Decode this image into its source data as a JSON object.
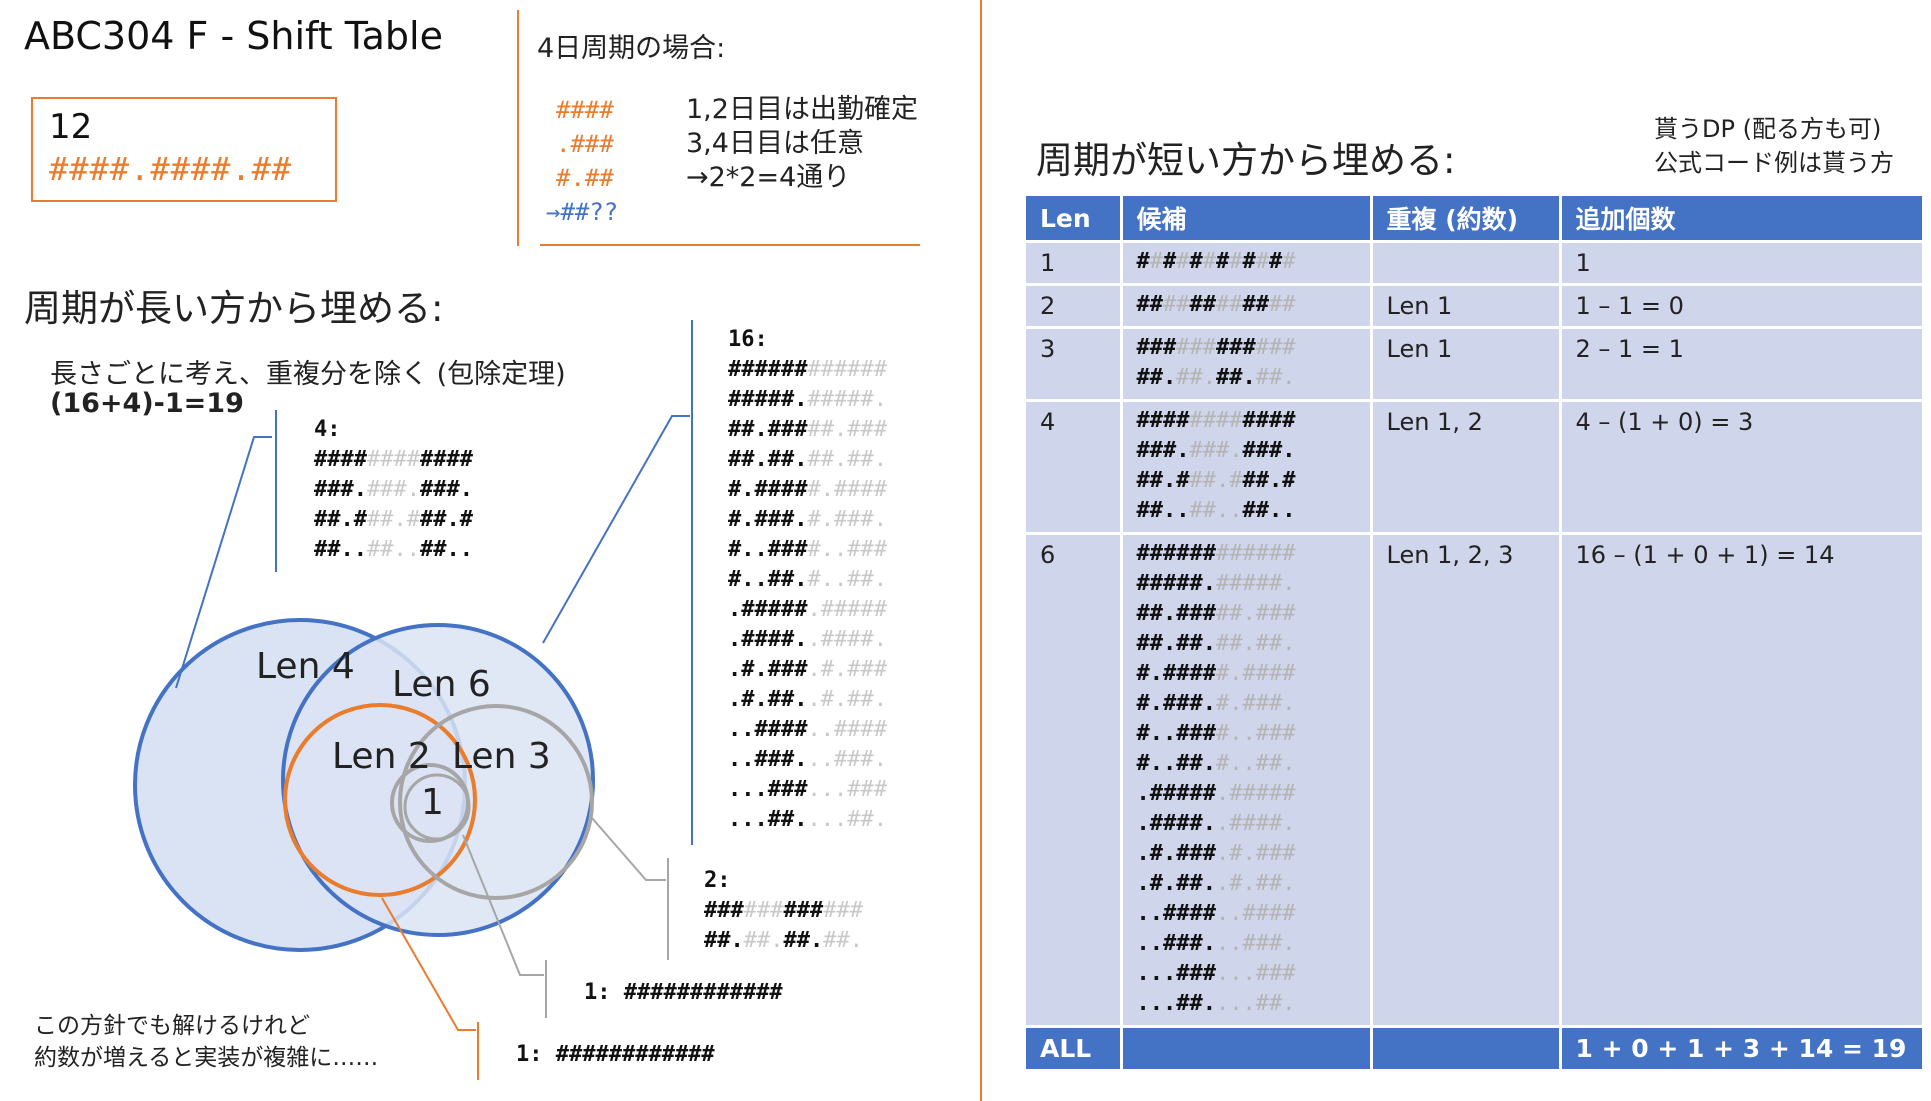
{
  "title": "ABC304 F - Shift Table",
  "input": {
    "n": "12",
    "s": "####.####.##"
  },
  "case4": {
    "heading": "4日周期の場合:",
    "rows": [
      {
        "pattern": "####",
        "desc": "1,2日目は出勤確定"
      },
      {
        "pattern": ".###",
        "desc": "3,4日目は任意"
      },
      {
        "pattern": "#.##",
        "desc": "→2*2=4通り"
      }
    ],
    "result": "→##??"
  },
  "long_first": {
    "heading": "周期が長い方から埋める:",
    "note1": "長さごとに考え、重複分を除く (包除定理)",
    "note2": "(16+4)-1=19"
  },
  "venn": {
    "len4": "Len 4",
    "len6": "Len 6",
    "len2": "Len 2",
    "len3": "Len 3",
    "one": "1"
  },
  "blocks": {
    "b4_label": "4:",
    "b16_label": "16:",
    "b2_label": "2:",
    "b1a": "1: ############",
    "b1b": "1: ############"
  },
  "bottom_note": [
    "この方針でも解けるけれど",
    "約数が増えると実装が複雑に……"
  ],
  "short_first": {
    "heading": "周期が短い方から埋める:",
    "dp_note": [
      "貰うDP (配る方も可)",
      "公式コード例は貰う方"
    ]
  },
  "table": {
    "headers": [
      "Len",
      "候補",
      "重複 (約数)",
      "追加個数"
    ],
    "rows": [
      {
        "len": "1",
        "dup": "",
        "add": "1"
      },
      {
        "len": "2",
        "dup": "Len 1",
        "add": "1 – 1 = 0"
      },
      {
        "len": "3",
        "dup": "Len 1",
        "add": "2 – 1 = 1"
      },
      {
        "len": "4",
        "dup": "Len 1, 2",
        "add": "4 – (1 + 0) = 3"
      },
      {
        "len": "6",
        "dup": "Len 1, 2, 3",
        "add": "16 – (1 + 0 + 1) = 14"
      }
    ],
    "all": {
      "label": "ALL",
      "total": "1 + 0 + 1 + 3 + 14 = 19"
    }
  },
  "colors": {
    "orange": "#ea7c2e",
    "blue": "#4472c4",
    "venn_fill": "#dae3f3",
    "gray": "#a6a6a6",
    "header": "#4472c4",
    "row": "#cfd5ea"
  }
}
